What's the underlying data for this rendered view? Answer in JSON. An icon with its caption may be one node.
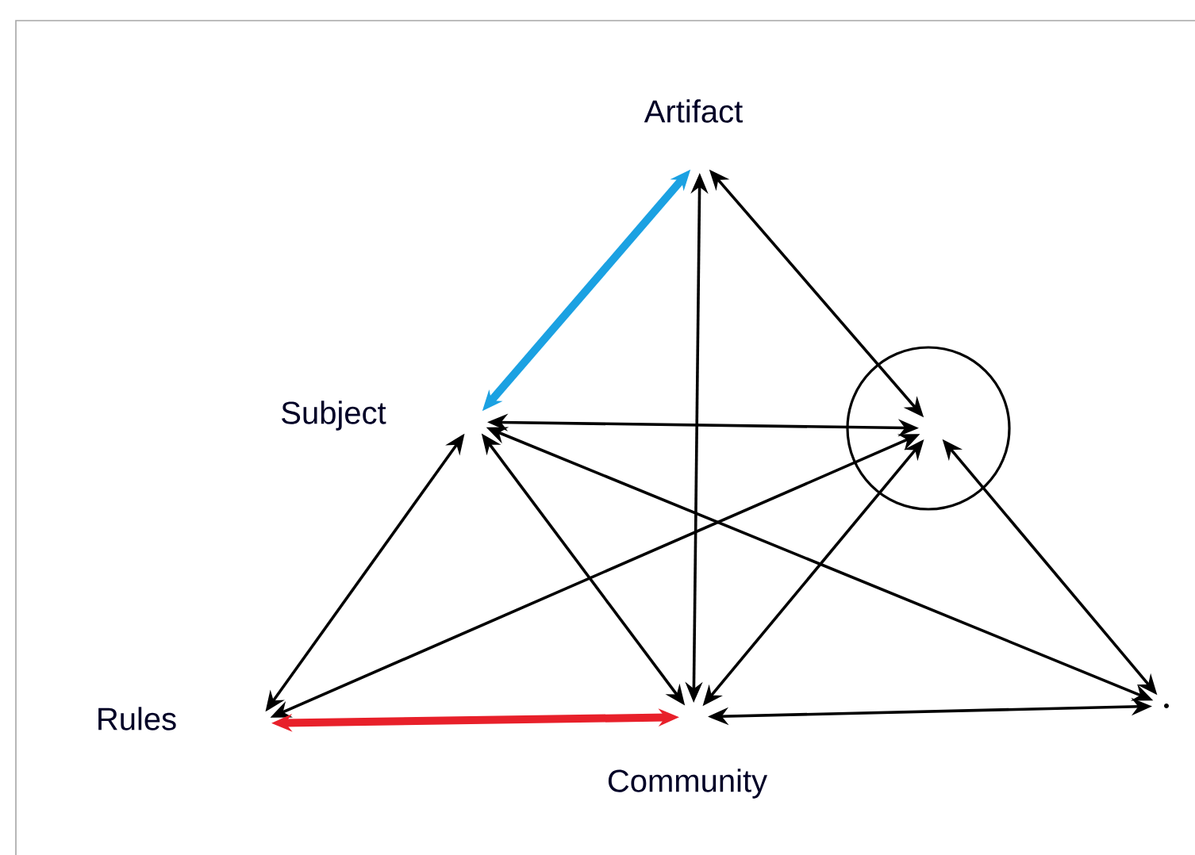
{
  "diagram": {
    "nodes": [
      {
        "text": [
          "Artifact"
        ]
      },
      {
        "text": [
          "Subject"
        ]
      },
      {
        "text": [],
        "shape": "circle"
      },
      {
        "text": [
          "Rules"
        ]
      },
      {
        "text": [
          "Community"
        ]
      },
      {
        "text": [],
        "shape": "point"
      }
    ],
    "edges": [
      {
        "from": 0,
        "to": 1,
        "arrow": "both",
        "style": "thick",
        "color": "#1ba1e2"
      },
      {
        "from": 0,
        "to": 4,
        "arrow": "both"
      },
      {
        "from": 0,
        "to": 2,
        "arrow": "both"
      },
      {
        "from": 1,
        "to": 2,
        "arrow": "both"
      },
      {
        "from": 1,
        "to": 3,
        "arrow": "both"
      },
      {
        "from": 1,
        "to": 4,
        "arrow": "both"
      },
      {
        "from": 1,
        "to": 5,
        "arrow": "both"
      },
      {
        "from": 3,
        "to": 2,
        "arrow": "both"
      },
      {
        "from": 3,
        "to": 4,
        "arrow": "both",
        "style": "thick",
        "color": "#e8202a"
      },
      {
        "from": 4,
        "to": 2,
        "arrow": "both"
      },
      {
        "from": 4,
        "to": 5,
        "arrow": "both"
      },
      {
        "from": 2,
        "to": 5,
        "arrow": "both"
      }
    ]
  }
}
